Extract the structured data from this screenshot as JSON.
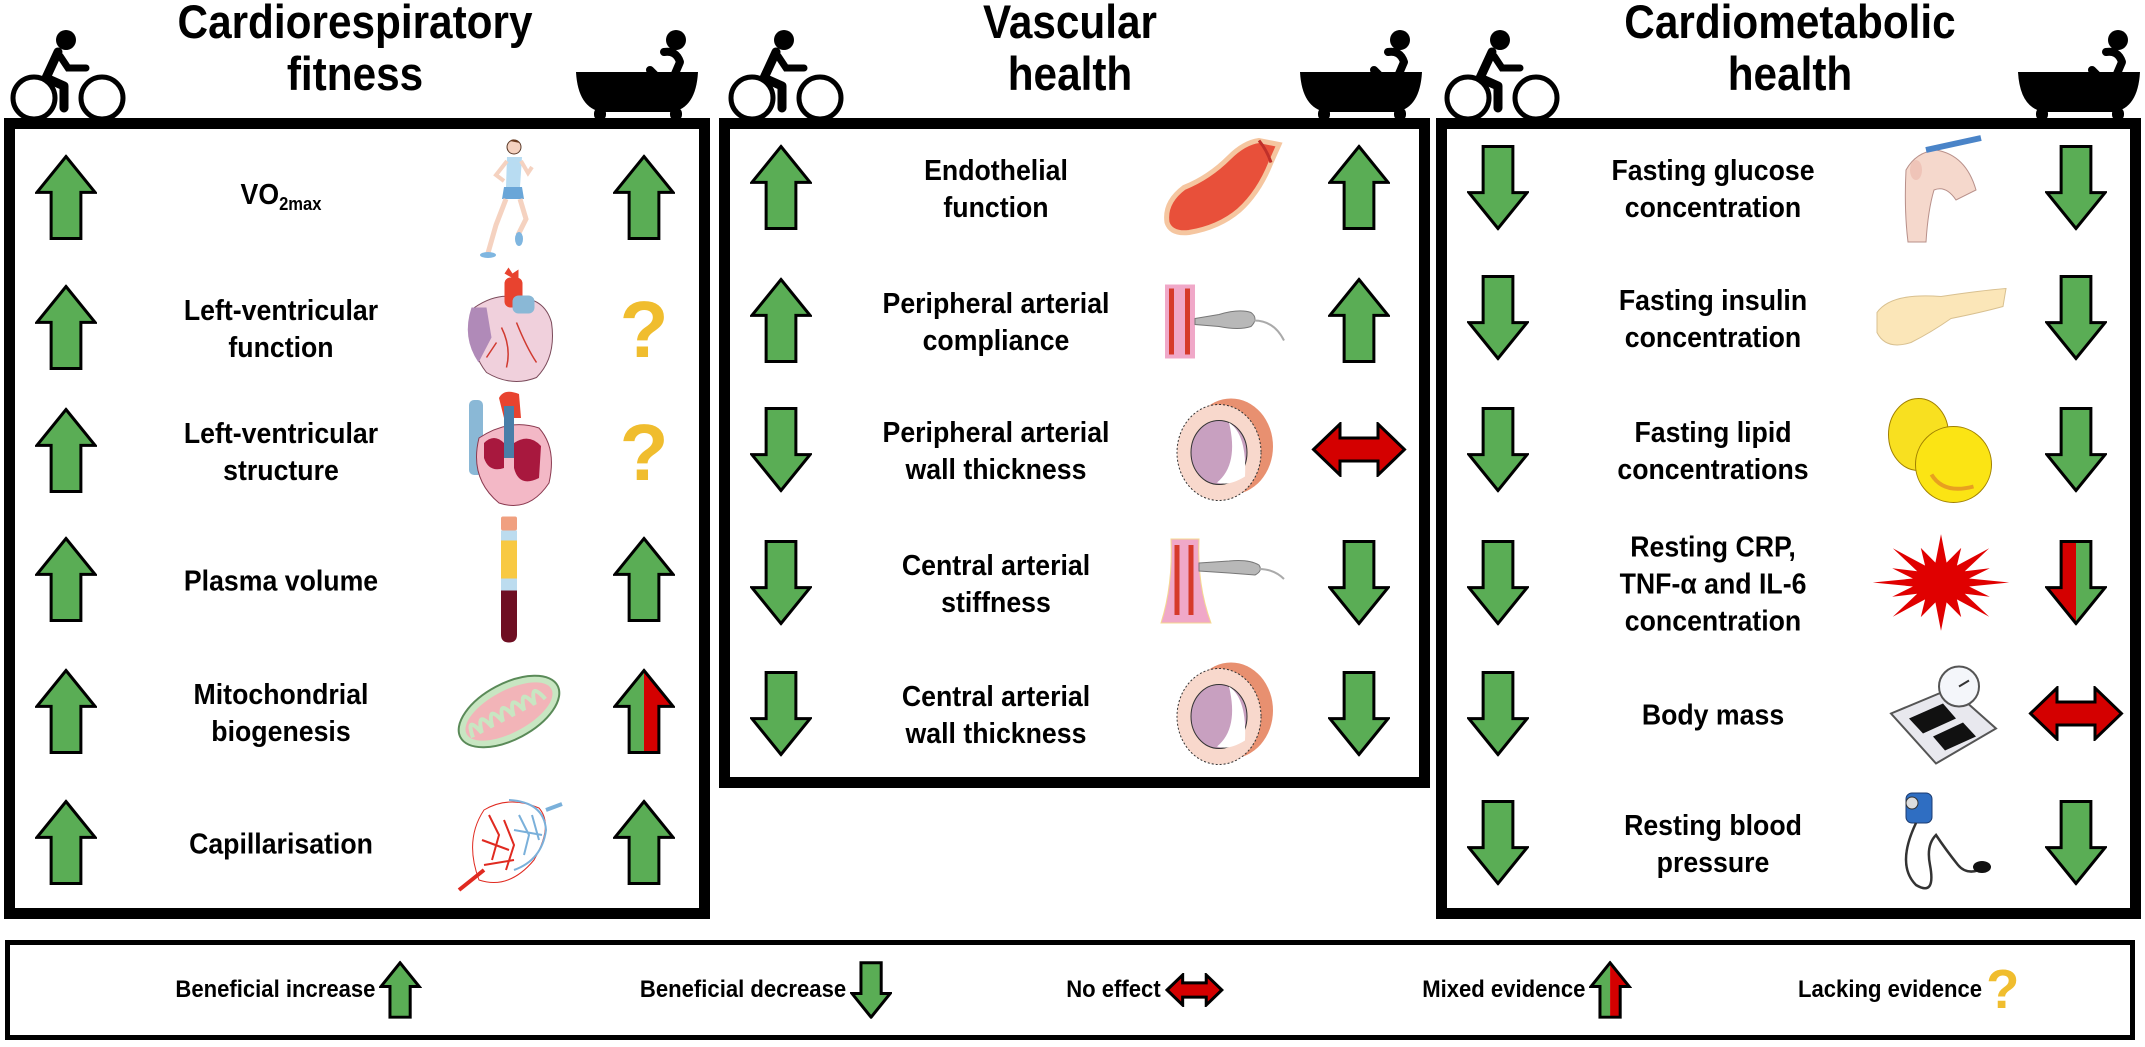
{
  "colors": {
    "beneficial": "#5aad55",
    "no_effect": "#d40000",
    "lacking": "#f0bd2e",
    "outline": "#000000"
  },
  "panels": [
    {
      "id": "cardiorespiratory",
      "title_lines": [
        "Cardiorespiratory",
        "fitness"
      ],
      "left_icon": "cycling-person-icon",
      "right_icon": "person-in-bathtub-icon",
      "rows": [
        {
          "label_lines": [
            "VO2max"
          ],
          "label_main": "VO",
          "label_sub": "2max",
          "illustration": "runner-illustration",
          "exercise": "increase",
          "heat": "increase"
        },
        {
          "label_lines": [
            "Left-ventricular",
            "function"
          ],
          "illustration": "heart-exterior-illustration",
          "exercise": "increase",
          "heat": "lacking"
        },
        {
          "label_lines": [
            "Left-ventricular",
            "structure"
          ],
          "illustration": "heart-cross-section-illustration",
          "exercise": "increase",
          "heat": "lacking"
        },
        {
          "label_lines": [
            "Plasma volume"
          ],
          "illustration": "blood-test-tube-illustration",
          "exercise": "increase",
          "heat": "increase"
        },
        {
          "label_lines": [
            "Mitochondrial",
            "biogenesis"
          ],
          "illustration": "mitochondrion-illustration",
          "exercise": "increase",
          "heat": "mixed-increase"
        },
        {
          "label_lines": [
            "Capillarisation"
          ],
          "illustration": "capillary-bed-illustration",
          "exercise": "increase",
          "heat": "increase"
        }
      ]
    },
    {
      "id": "vascular",
      "title_lines": [
        "Vascular",
        "health"
      ],
      "left_icon": "cycling-person-icon",
      "right_icon": "person-in-bathtub-icon",
      "rows": [
        {
          "label_lines": [
            "Endothelial",
            "function"
          ],
          "illustration": "blood-vessel-illustration",
          "exercise": "increase",
          "heat": "increase"
        },
        {
          "label_lines": [
            "Peripheral arterial",
            "compliance"
          ],
          "illustration": "ultrasound-probe-artery-illustration",
          "exercise": "increase",
          "heat": "increase"
        },
        {
          "label_lines": [
            "Peripheral arterial",
            "wall thickness"
          ],
          "illustration": "artery-cross-section-illustration",
          "exercise": "decrease",
          "heat": "no-effect"
        },
        {
          "label_lines": [
            "Central arterial",
            "stiffness"
          ],
          "illustration": "ultrasound-probe-neck-illustration",
          "exercise": "decrease",
          "heat": "decrease"
        },
        {
          "label_lines": [
            "Central arterial",
            "wall thickness"
          ],
          "illustration": "artery-cross-section-illustration",
          "exercise": "decrease",
          "heat": "decrease"
        }
      ]
    },
    {
      "id": "cardiometabolic",
      "title_lines": [
        "Cardiometabolic",
        "health"
      ],
      "left_icon": "cycling-person-icon",
      "right_icon": "person-in-bathtub-icon",
      "rows": [
        {
          "label_lines": [
            "Fasting glucose",
            "concentration"
          ],
          "illustration": "finger-prick-illustration",
          "exercise": "decrease",
          "heat": "decrease"
        },
        {
          "label_lines": [
            "Fasting insulin",
            "concentration"
          ],
          "illustration": "pancreas-illustration",
          "exercise": "decrease",
          "heat": "decrease"
        },
        {
          "label_lines": [
            "Fasting lipid",
            "concentrations"
          ],
          "illustration": "lipid-droplets-illustration",
          "exercise": "decrease",
          "heat": "decrease"
        },
        {
          "label_lines": [
            "Resting CRP,",
            "TNF-α and IL-6",
            "concentration"
          ],
          "illustration": "inflammation-burst-illustration",
          "exercise": "decrease",
          "heat": "mixed-decrease"
        },
        {
          "label_lines": [
            "Body mass"
          ],
          "illustration": "bathroom-scale-illustration",
          "exercise": "decrease",
          "heat": "no-effect"
        },
        {
          "label_lines": [
            "Resting blood",
            "pressure"
          ],
          "illustration": "sphygmomanometer-illustration",
          "exercise": "decrease",
          "heat": "decrease"
        }
      ]
    }
  ],
  "legend": [
    {
      "label": "Beneficial increase",
      "symbol": "increase"
    },
    {
      "label": "Beneficial decrease",
      "symbol": "decrease"
    },
    {
      "label": "No effect",
      "symbol": "no-effect"
    },
    {
      "label": "Mixed evidence",
      "symbol": "mixed-increase"
    },
    {
      "label": "Lacking evidence",
      "symbol": "lacking"
    }
  ],
  "lacking_glyph": "?"
}
